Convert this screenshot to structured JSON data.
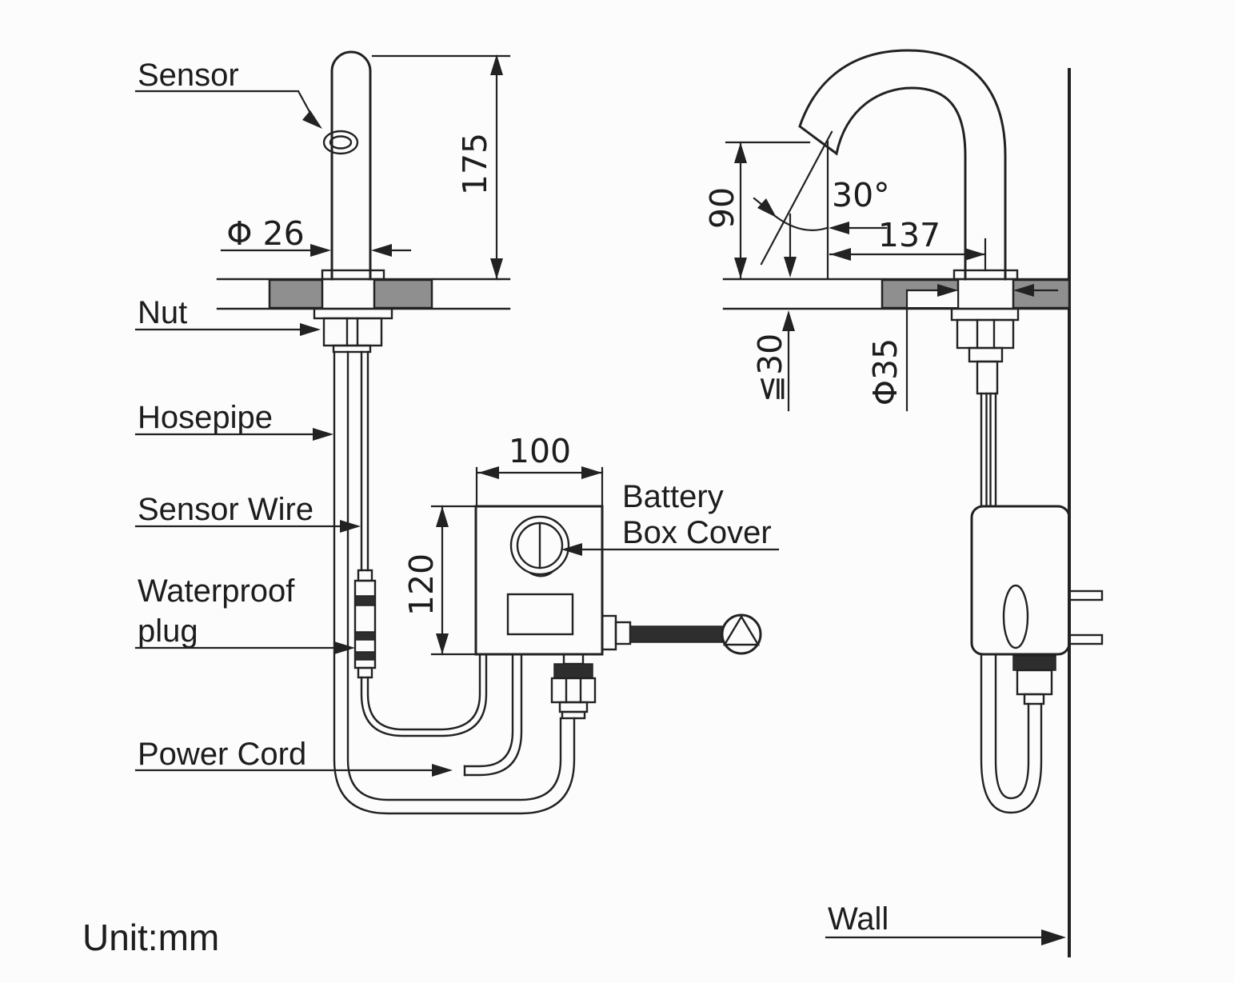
{
  "unit": {
    "label": "Unit:mm"
  },
  "colors": {
    "line": "#222222",
    "counter_fill": "#8f8f8f",
    "hose_fill": "#2e2e2e",
    "background": "#fcfcfc"
  },
  "left_view": {
    "labels": {
      "sensor": "Sensor",
      "nut": "Nut",
      "hosepipe": "Hosepipe",
      "sensor_wire": "Sensor Wire",
      "waterproof_line1": "Waterproof",
      "waterproof_line2": "plug",
      "power_cord": "Power Cord",
      "battery_line1": "Battery",
      "battery_line2": "Box Cover"
    },
    "dims": {
      "height": "175",
      "diameter": "Φ 26",
      "box_width": "100",
      "box_height": "120"
    }
  },
  "right_view": {
    "labels": {
      "wall": "Wall"
    },
    "dims": {
      "outlet_height": "90",
      "angle": "30°",
      "reach": "137",
      "max_counter_thickness": "≦30",
      "hole_diameter": "Φ35"
    }
  }
}
